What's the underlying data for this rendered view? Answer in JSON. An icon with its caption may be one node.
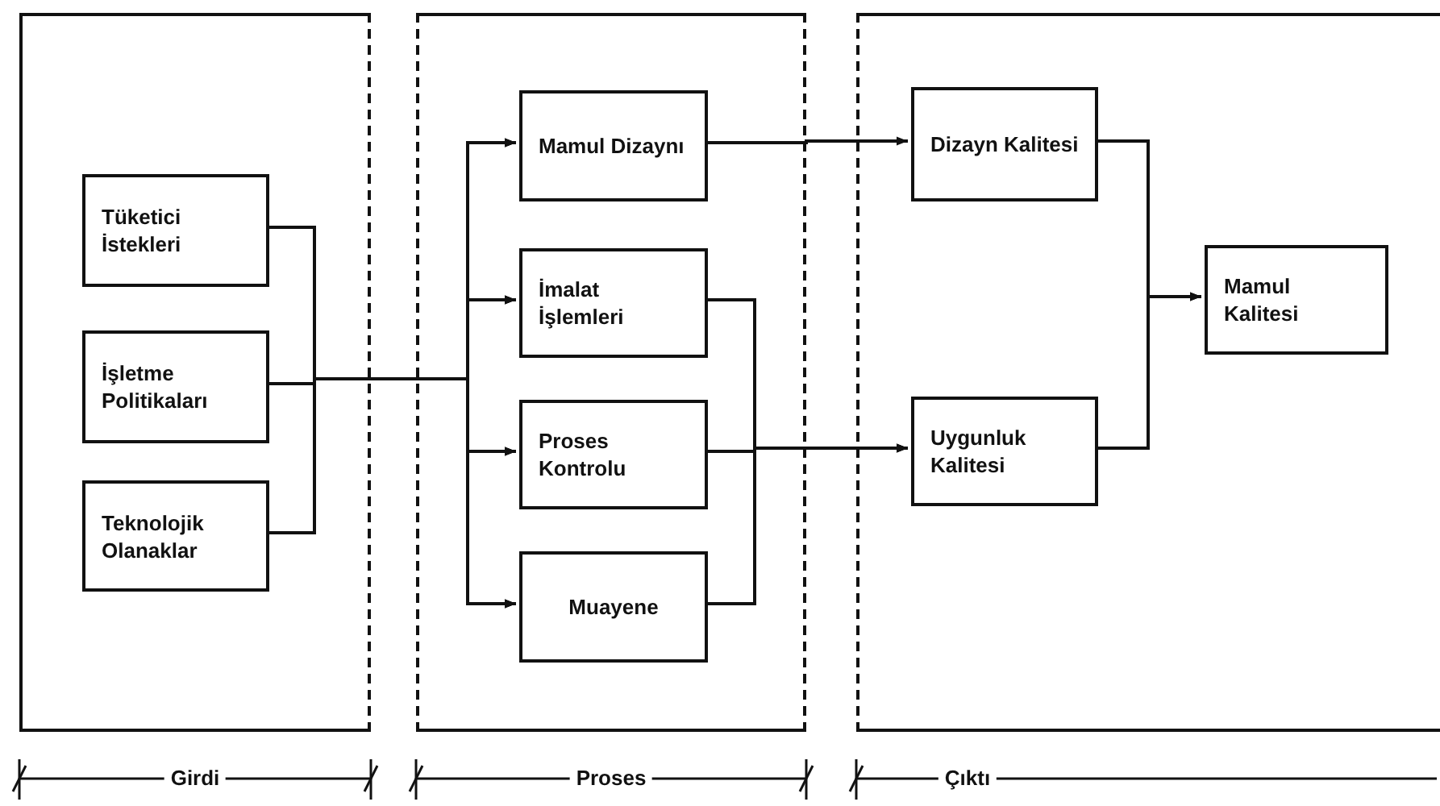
{
  "diagram": {
    "nodes": [
      {
        "text": [],
        "shape": "box"
      },
      {
        "text": [
          "Tüketici İstekleri"
        ],
        "in": 0
      },
      {
        "text": [
          "İşletme Politikaları"
        ],
        "in": 0
      },
      {
        "text": [
          "Teknolojik Olanaklar"
        ],
        "in": 0
      },
      {
        "text": [],
        "shape": "box"
      },
      {
        "text": [
          "Mamul Dizaynı"
        ],
        "in": 4
      },
      {
        "text": [
          "İmalat İşlemleri"
        ],
        "in": 4
      },
      {
        "text": [
          "Proses Kontrolu"
        ],
        "in": 4
      },
      {
        "text": [
          "Muayene"
        ],
        "in": 4
      },
      {
        "text": [],
        "shape": "box"
      },
      {
        "text": [
          "Dizayn Kalitesi"
        ],
        "in": 9
      },
      {
        "text": [
          "Uygunluk Kalitesi"
        ],
        "in": 9
      },
      {
        "text": [
          "Mamul Kalitesi"
        ],
        "in": 9
      }
    ],
    "edges": [
      {
        "from": 1,
        "to": 5,
        "arrow": "to"
      },
      {
        "from": 1,
        "to": 6,
        "arrow": "to"
      },
      {
        "from": 1,
        "to": 7,
        "arrow": "to"
      },
      {
        "from": 1,
        "to": 8,
        "arrow": "to"
      },
      {
        "from": 2,
        "to": 5,
        "arrow": "to"
      },
      {
        "from": 2,
        "to": 6,
        "arrow": "to"
      },
      {
        "from": 2,
        "to": 7,
        "arrow": "to"
      },
      {
        "from": 2,
        "to": 8,
        "arrow": "to"
      },
      {
        "from": 3,
        "to": 5,
        "arrow": "to"
      },
      {
        "from": 3,
        "to": 6,
        "arrow": "to"
      },
      {
        "from": 3,
        "to": 7,
        "arrow": "to"
      },
      {
        "from": 3,
        "to": 8,
        "arrow": "to"
      },
      {
        "from": 5,
        "to": 10,
        "arrow": "to"
      },
      {
        "from": 6,
        "to": 11,
        "arrow": "to"
      },
      {
        "from": 7,
        "to": 11,
        "arrow": "to"
      },
      {
        "from": 8,
        "to": 11,
        "arrow": "to"
      },
      {
        "from": 10,
        "to": 12,
        "arrow": "to"
      },
      {
        "from": 11,
        "to": 12,
        "arrow": "to"
      }
    ],
    "labels": [
      "Girdi",
      "Proses",
      "Çıktı"
    ]
  }
}
